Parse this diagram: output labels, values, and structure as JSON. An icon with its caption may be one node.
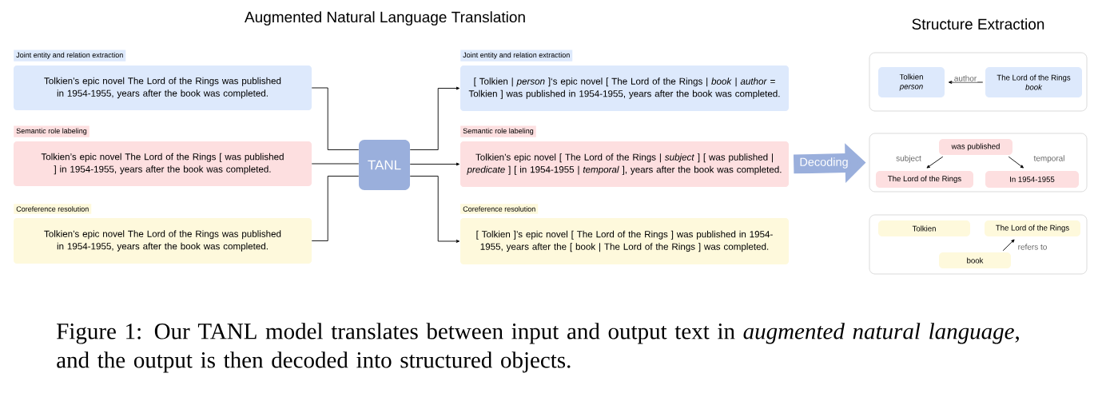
{
  "diagram": {
    "caption": "Figure 1: Our TANL model translates between input and output text in *augmented natural language*, and the output is then decoded into structured objects.",
    "nodes": [
      {
        "text": [
          "Joint entity and relation extraction",
          "Tolkien’s epic novel The Lord of the Rings was published in 1954-1955, years after the book was completed."
        ]
      },
      {
        "text": [
          "Semantic role labeling",
          "Tolkien’s epic novel The Lord of the Rings [ was published ] in 1954-1955, years after the book was completed."
        ]
      },
      {
        "text": [
          "Coreference resolution",
          "Tolkien’s epic novel The Lord of the Rings was published in 1954-1955, years after the book was completed."
        ]
      },
      {
        "text": [
          "TANL"
        ]
      },
      {
        "text": [
          "Joint entity and relation extraction",
          "[ Tolkien | *person* ]‘s epic novel [ The Lord of the Rings | *book* | *author* = Tolkien ] was published in 1954-1955, years after the book was completed."
        ]
      },
      {
        "text": [
          "Semantic role labeling",
          "Tolkien’s epic novel [ The Lord of the Rings | *subject* ] [ was published | *predicate* ] [ in 1954-1955 | *temporal* ], years after the book was completed."
        ]
      },
      {
        "text": [
          "Coreference resolution",
          "[ Tolkien ]’s epic novel [ The Lord of the Rings ] was published in 1954-1955, years after the [ book | The Lord of the Rings ] was completed."
        ]
      },
      {
        "text": [],
        "shape": "box"
      },
      {
        "text": [
          "Tolkien",
          "person"
        ],
        "in": 7
      },
      {
        "text": [
          "The Lord of the Rings",
          "book"
        ],
        "in": 7
      },
      {
        "text": [],
        "shape": "box"
      },
      {
        "text": [
          "was published"
        ],
        "in": 10
      },
      {
        "text": [
          "The Lord of the Rings"
        ],
        "in": 10
      },
      {
        "text": [
          "In 1954-1955"
        ],
        "in": 10
      },
      {
        "text": [],
        "shape": "box"
      },
      {
        "text": [
          "Tolkien"
        ],
        "in": 14
      },
      {
        "text": [
          "The Lord of the Rings"
        ],
        "in": 14
      },
      {
        "text": [
          "book"
        ],
        "in": 14
      }
    ],
    "edges": [
      {
        "from": 0,
        "to": 3,
        "arrow": "none"
      },
      {
        "from": 1,
        "to": 3,
        "arrow": "none"
      },
      {
        "from": 2,
        "to": 3,
        "arrow": "none"
      },
      {
        "from": 3,
        "to": 4,
        "arrow": "to"
      },
      {
        "from": 3,
        "to": 5,
        "arrow": "to"
      },
      {
        "from": 3,
        "to": 6,
        "arrow": "to"
      },
      {
        "from": 5,
        "to": 10,
        "arrow": "to",
        "label": "Decoding",
        "style": "thick",
        "color": "#9aafdc"
      },
      {
        "from": 9,
        "to": 8,
        "arrow": "to",
        "label": "author"
      },
      {
        "from": 11,
        "to": 12,
        "arrow": "to",
        "label": "subject"
      },
      {
        "from": 11,
        "to": 13,
        "arrow": "to",
        "label": "temporal"
      },
      {
        "from": 17,
        "to": 16,
        "arrow": "to",
        "label": "refers to"
      }
    ],
    "labels": [
      "Augmented Natural Language Translation",
      "Structure Extraction"
    ]
  }
}
